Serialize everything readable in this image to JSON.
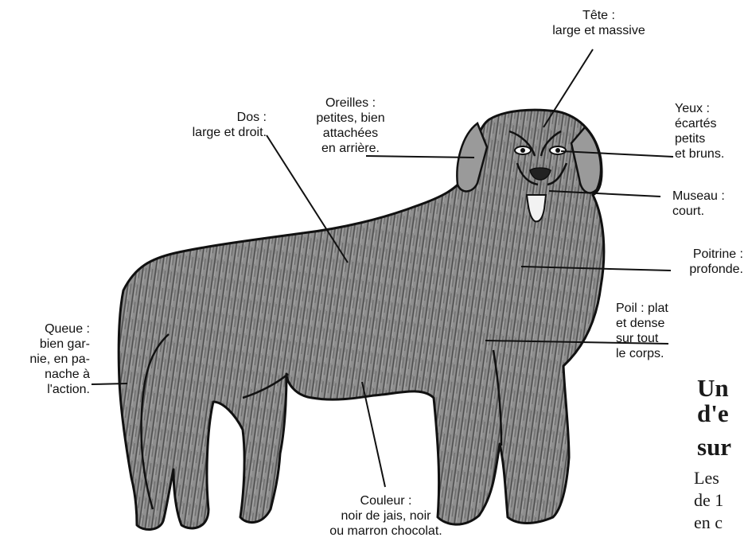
{
  "labels": {
    "tete": "Tête :\nlarge et massive",
    "dos": "Dos  :\nlarge et droit.",
    "oreilles": "Oreilles :\npetites, bien\nattachées\nen arrière.",
    "yeux": "Yeux :\nécartés\npetits\net bruns.",
    "museau": "Museau :\ncourt.",
    "poitrine": "Poitrine :\nprofonde.",
    "poil": "Poil : plat\net dense\nsur tout\nle corps.",
    "queue": "Queue :\nbien gar-\nnie, en pa-\nnache à\nl'action.",
    "couleur": "Couleur :\nnoir de jais, noir\nou marron chocolat."
  },
  "article_fragment": {
    "heading": [
      "Un",
      "d'e",
      "sur"
    ],
    "body": [
      "Les",
      "de 1",
      "en c"
    ]
  }
}
